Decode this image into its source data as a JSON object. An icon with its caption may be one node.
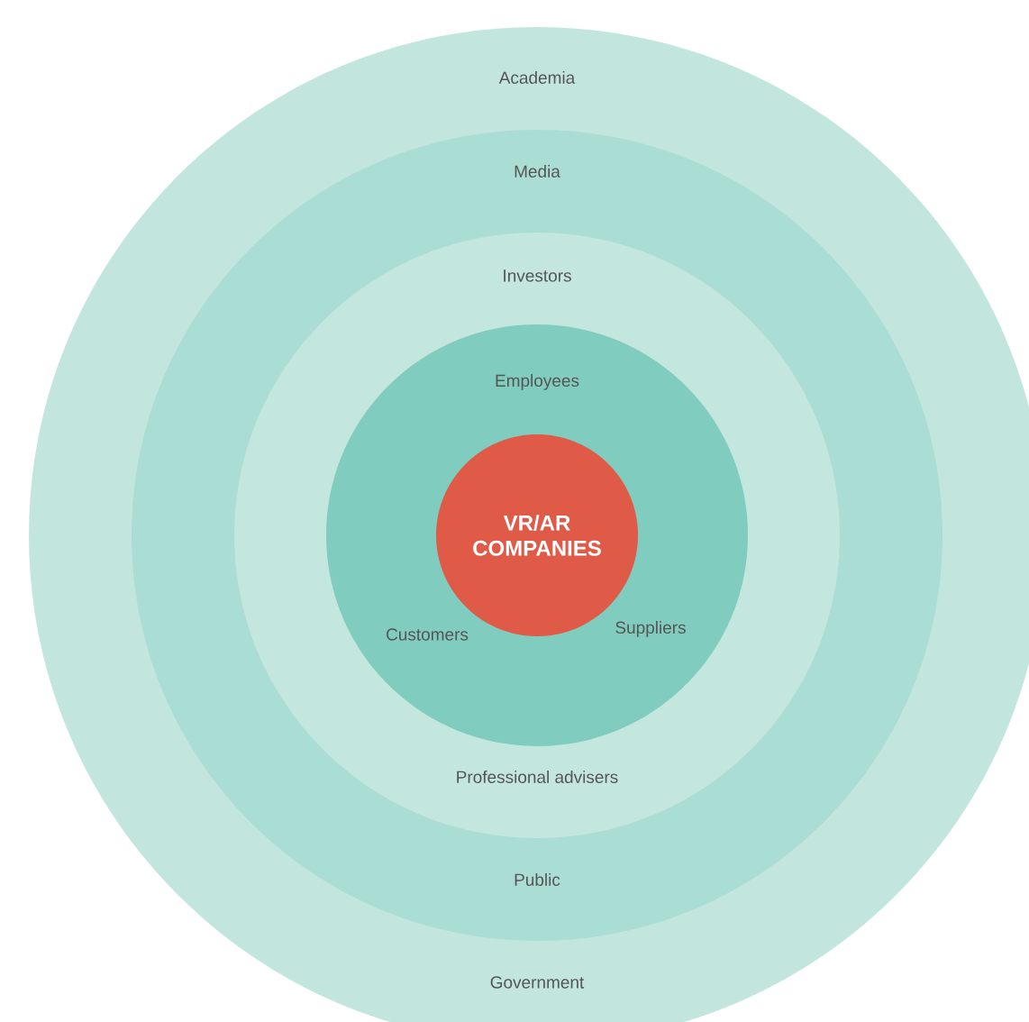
{
  "diagram": {
    "nodes": [
      {
        "text": [
          "Academia",
          "Government"
        ]
      },
      {
        "text": [
          "Media",
          "Public"
        ],
        "in": 0
      },
      {
        "text": [
          "Investors",
          "Professional advisers"
        ],
        "in": 1
      },
      {
        "text": [
          "Employees",
          "Customers",
          "Suppliers"
        ],
        "in": 2
      },
      {
        "text": [
          "VR/AR COMPANIES"
        ],
        "in": 3
      }
    ]
  }
}
